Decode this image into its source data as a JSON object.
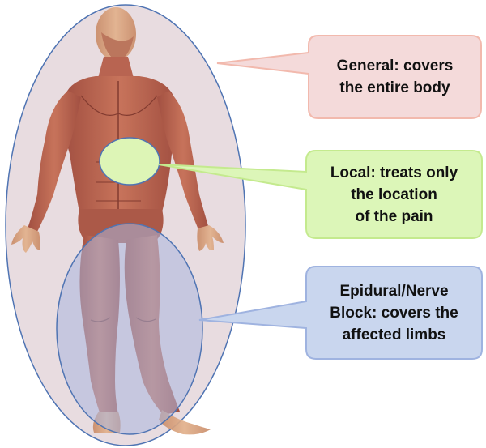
{
  "callouts": [
    {
      "id": "general",
      "lines": [
        "General: covers",
        "the entire body"
      ],
      "fill": "#f4dada",
      "stroke": "#f2b9ad"
    },
    {
      "id": "local",
      "lines": [
        "Local: treats only",
        "the location",
        "of the pain"
      ],
      "fill": "#dcf6b8",
      "stroke": "#c4ea8e"
    },
    {
      "id": "epidural",
      "lines": [
        "Epidural/Nerve",
        "Block: covers the",
        "affected limbs"
      ],
      "fill": "#c9d6ee",
      "stroke": "#9fb3e0"
    }
  ],
  "regions": {
    "general_fill": "#e8dce0",
    "local_fill": "#ddf5b6",
    "epidural_fill": "#a9b7df",
    "outline": "#4f74b3"
  },
  "figure": {
    "muscle_color": "#b45a45",
    "skin_color": "#d8a17e"
  }
}
